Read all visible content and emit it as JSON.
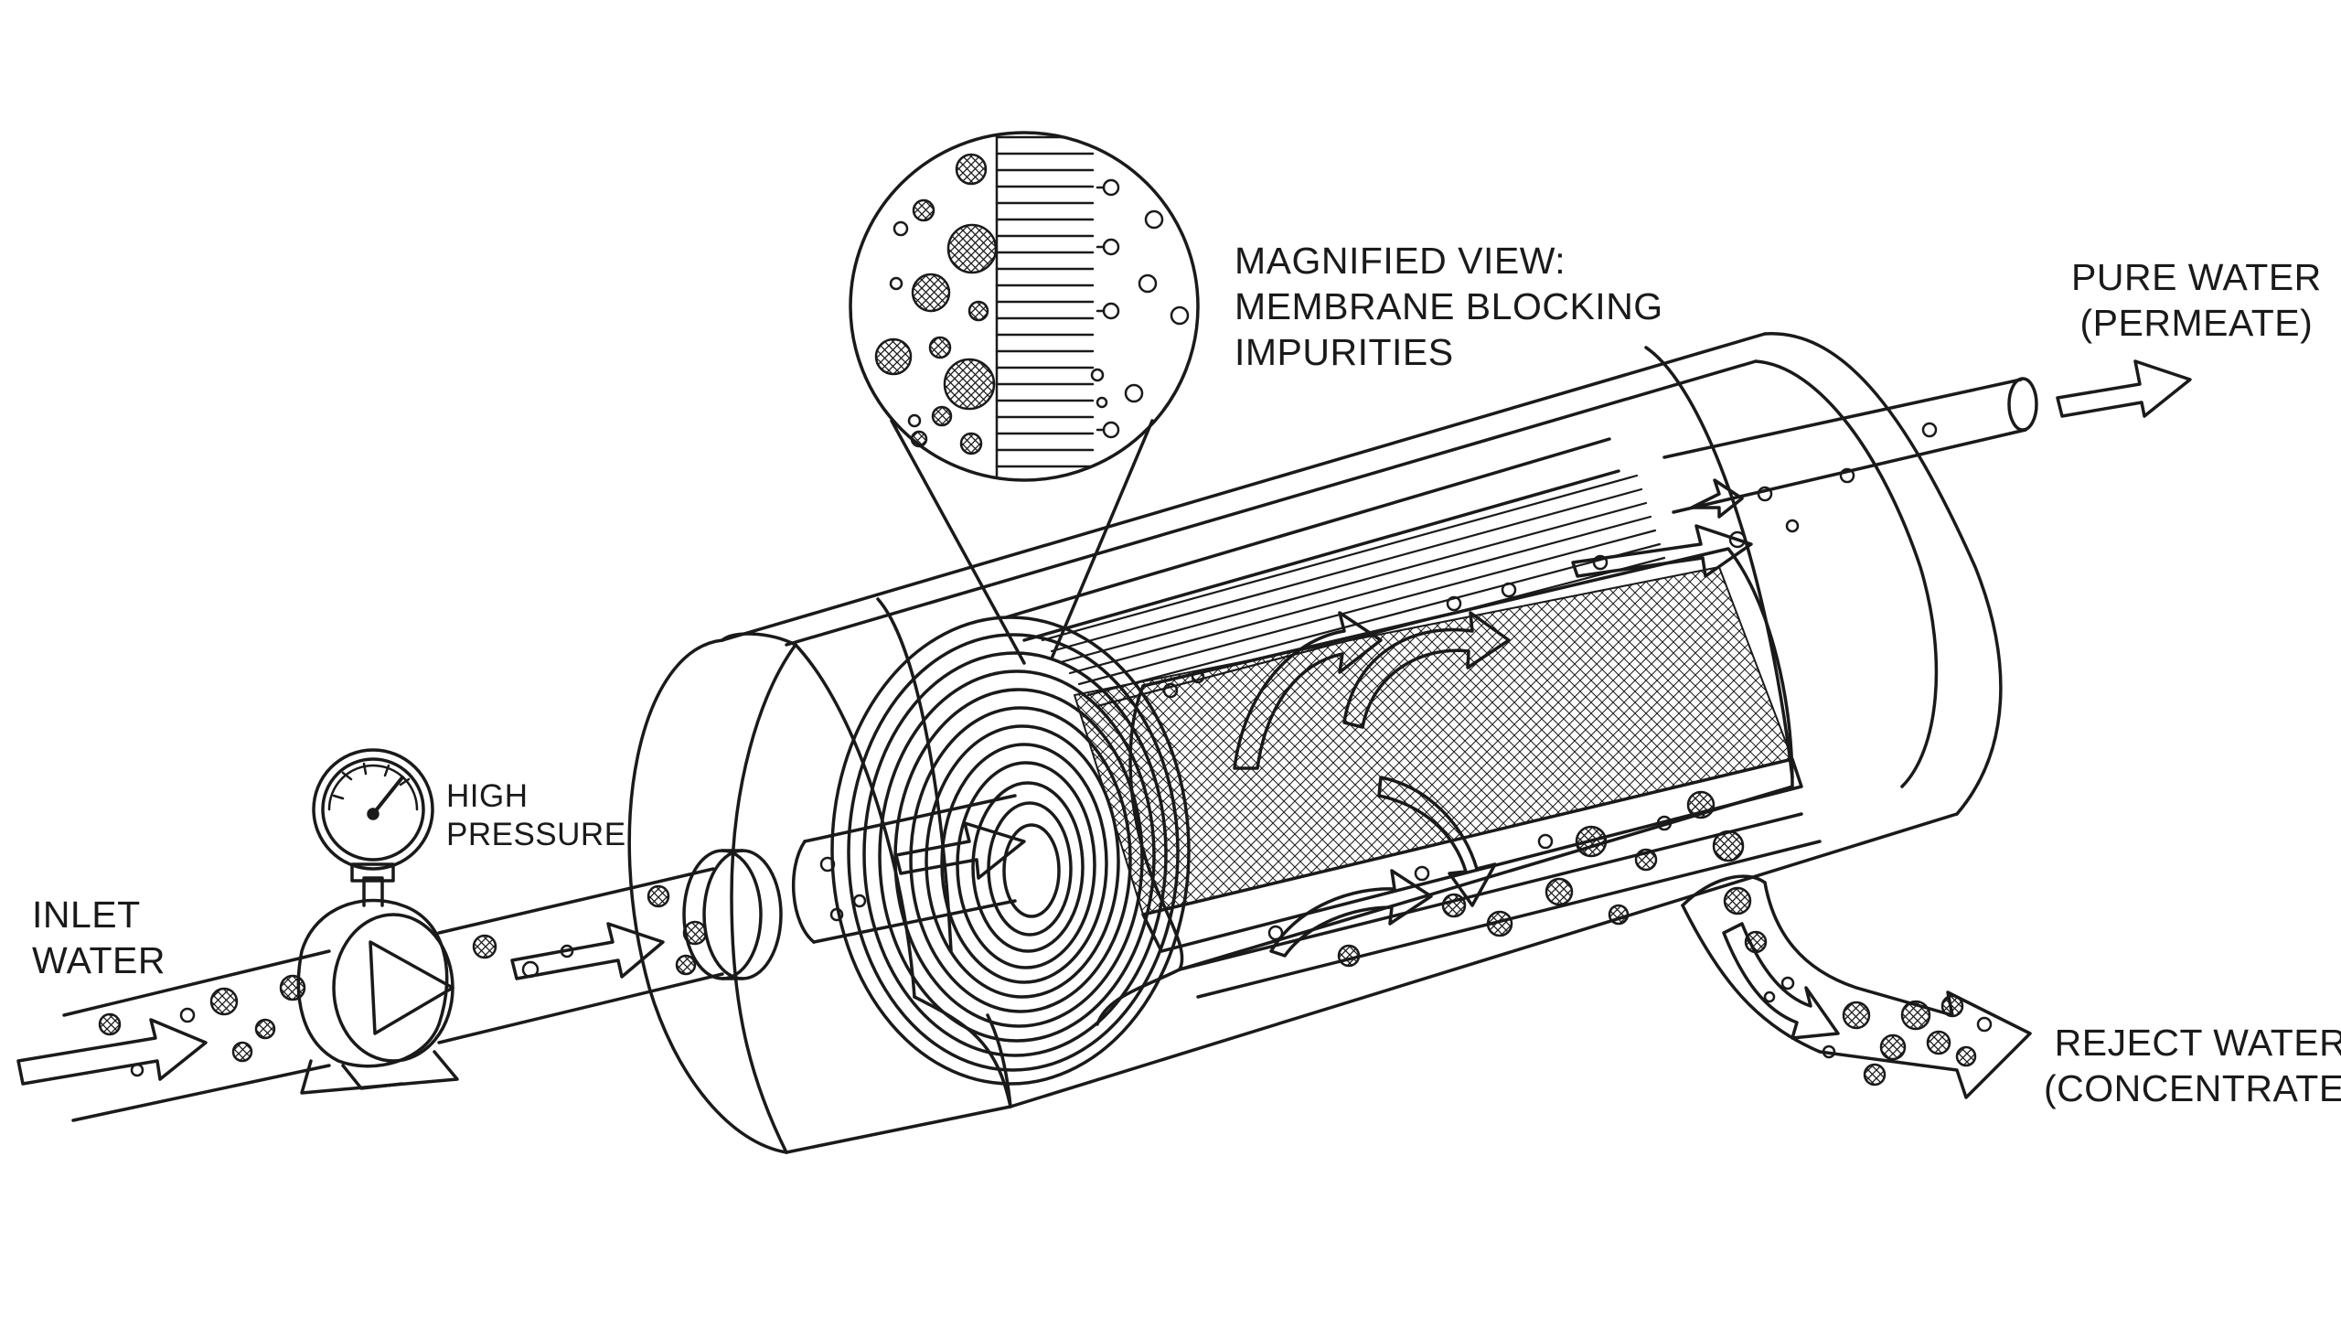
{
  "labels": {
    "inlet": [
      "INLET",
      "WATER"
    ],
    "pressure": [
      "HIGH",
      "PRESSURE"
    ],
    "magnified": [
      "MAGNIFIED VIEW:",
      "MEMBRANE BLOCKING",
      "IMPURITIES"
    ],
    "pure": [
      "PURE WATER",
      "(PERMEATE)"
    ],
    "reject": [
      "REJECT WATER",
      "(CONCENTRATE)"
    ]
  },
  "colors": {
    "ink": "#1a1a1a",
    "paper": "#ffffff"
  }
}
